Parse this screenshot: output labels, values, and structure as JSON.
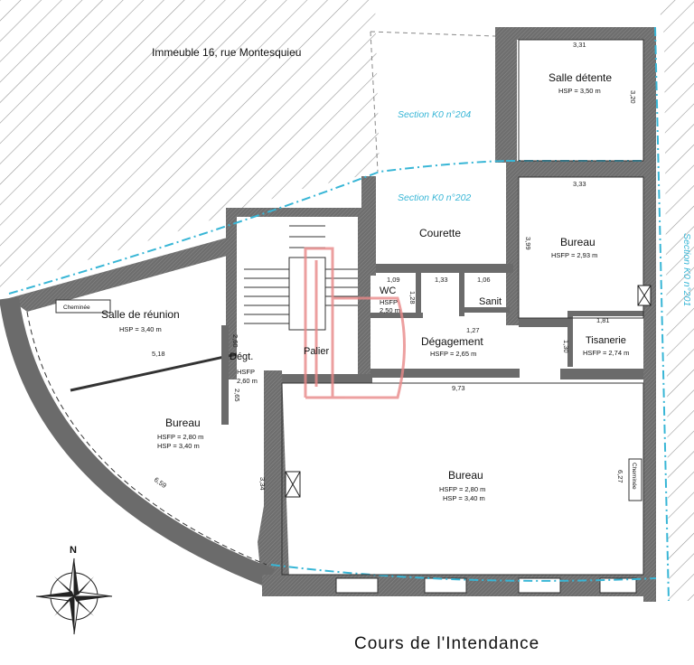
{
  "building": "Immeuble 16, rue Montesquieu",
  "street": "Cours de l'Intendance",
  "north": "N",
  "sections": [
    "Section K0 n°204",
    "Section K0 n°202",
    "Section K0 n°201"
  ],
  "rooms": {
    "salle_detente": {
      "name": "Salle détente",
      "h1": "HSP = 3,50 m"
    },
    "bureau_ne": {
      "name": "Bureau",
      "h1": "HSFP = 2,93 m"
    },
    "courette": {
      "name": "Courette"
    },
    "wc": {
      "name": "WC",
      "h1": "HSFP",
      "h2": "2,50 m"
    },
    "sanit": {
      "name": "Sanit"
    },
    "degagement": {
      "name": "Dégagement",
      "h1": "HSFP = 2,65 m"
    },
    "tisanerie": {
      "name": "Tisanerie",
      "h1": "HSFP = 2,74 m"
    },
    "salle_reunion": {
      "name": "Salle de réunion",
      "h1": "HSP = 3,40 m"
    },
    "degt": {
      "name": "Dégt.",
      "h1": "HSFP",
      "h2": "2,60 m"
    },
    "palier": {
      "name": "Palier"
    },
    "bureau_w": {
      "name": "Bureau",
      "h1": "HSFP = 2,80 m",
      "h2": "HSP = 3,40 m"
    },
    "bureau_main": {
      "name": "Bureau",
      "h1": "HSFP = 2,80 m",
      "h2": "HSP = 3,40 m"
    }
  },
  "dims": {
    "d331": "3,31",
    "d320": "3,20",
    "d333": "3,33",
    "d399": "3,99",
    "d109": "1,09",
    "d133": "1,33",
    "d106": "1,06",
    "d128": "1,28",
    "d127": "1,27",
    "d181": "1,81",
    "d130": "1,30",
    "d518": "5,18",
    "d260": "2,60",
    "d265": "2,65",
    "d973": "9,73",
    "d659": "6,59",
    "d334": "3,34",
    "d627": "6,27"
  },
  "tags": {
    "cheminee_1": "Cheminée",
    "cheminee_2": "Cheminée"
  },
  "colors": {
    "wall": "#6b6b6b",
    "section_line": "#38b6d6",
    "watermark": "#e88888",
    "hatch": "#9a9a9a"
  }
}
